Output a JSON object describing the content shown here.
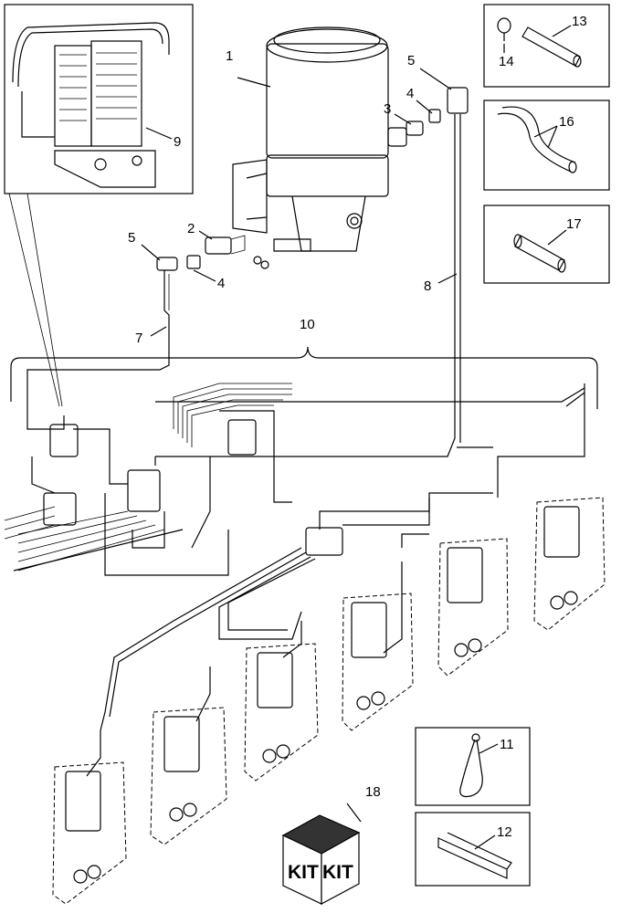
{
  "callouts": [
    "1",
    "2",
    "3",
    "4",
    "4",
    "5",
    "5",
    "7",
    "8",
    "9",
    "10",
    "11",
    "12",
    "13",
    "14",
    "16",
    "17",
    "18"
  ],
  "kit_labels": [
    "KIT",
    "KIT"
  ]
}
